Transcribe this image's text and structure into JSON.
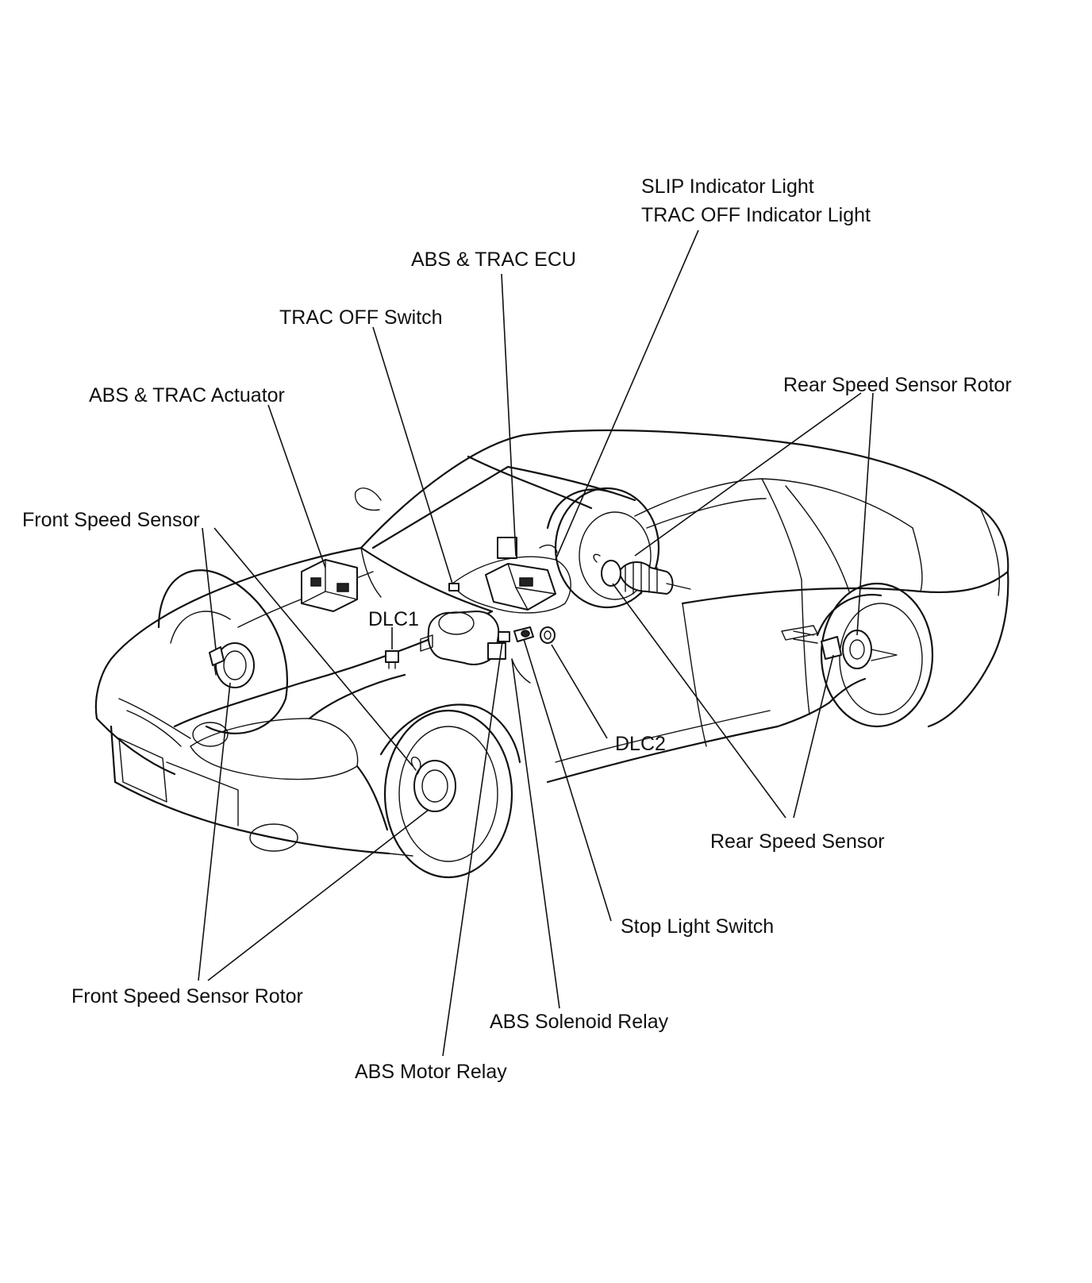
{
  "diagram": {
    "labels": {
      "slip_indicator": "SLIP Indicator Light",
      "trac_off_indicator": "TRAC OFF Indicator Light",
      "abs_trac_ecu": "ABS & TRAC ECU",
      "trac_off_switch": "TRAC OFF Switch",
      "abs_trac_actuator": "ABS & TRAC Actuator",
      "rear_speed_sensor_rotor": "Rear Speed Sensor Rotor",
      "front_speed_sensor": "Front Speed Sensor",
      "dlc1": "DLC1",
      "dlc2": "DLC2",
      "rear_speed_sensor": "Rear Speed Sensor",
      "stop_light_switch": "Stop Light Switch",
      "front_speed_sensor_rotor": "Front Speed Sensor Rotor",
      "abs_solenoid_relay": "ABS Solenoid Relay",
      "abs_motor_relay": "ABS Motor Relay"
    }
  }
}
